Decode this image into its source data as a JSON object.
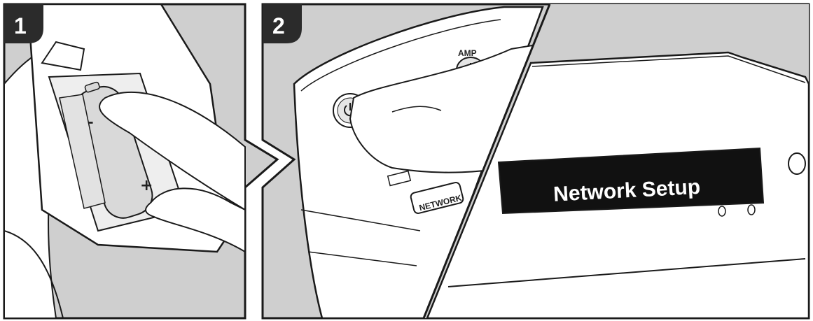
{
  "steps": [
    {
      "number": "1"
    },
    {
      "number": "2"
    }
  ],
  "battery": {
    "plus_top": "+",
    "minus": "−",
    "plus_bottom": "+"
  },
  "remote": {
    "amp_label": "AMP",
    "network_label": "NETWORK"
  },
  "unit": {
    "display_text": "Network Setup"
  },
  "colors": {
    "panel_bg": "#cfcfcf",
    "line": "#1a1a1a",
    "badge": "#2b2b2b",
    "paper": "#ffffff",
    "battery": "#d9d9d9",
    "display": "#111111"
  }
}
